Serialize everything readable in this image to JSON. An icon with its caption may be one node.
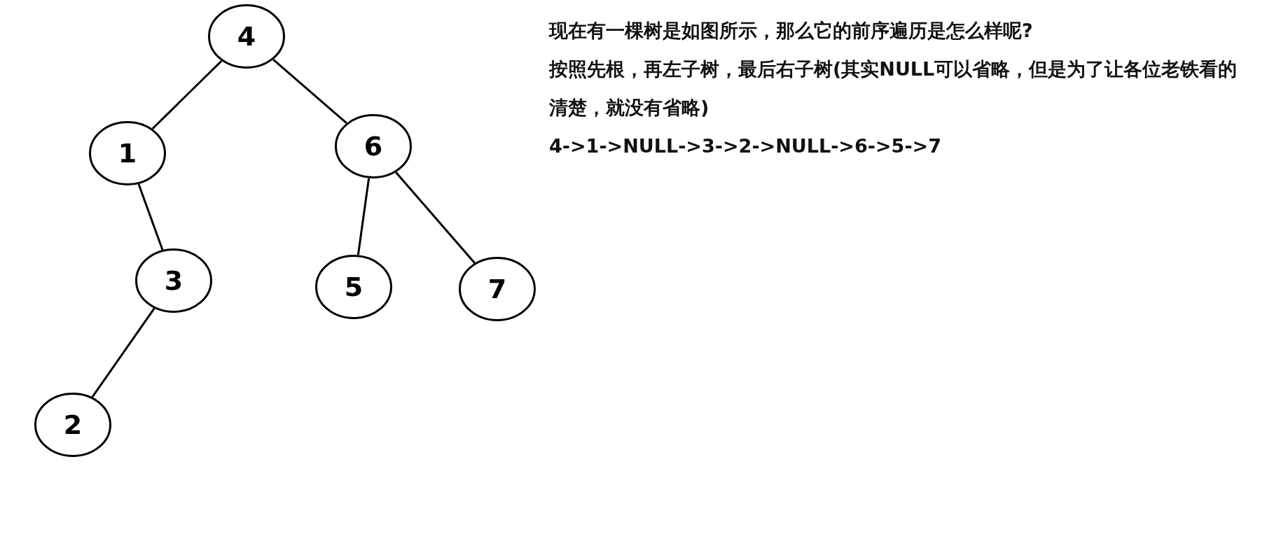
{
  "diagram": {
    "nodes": [
      {
        "text": [
          "4"
        ]
      },
      {
        "text": [
          "1"
        ]
      },
      {
        "text": [
          "6"
        ]
      },
      {
        "text": [
          "3"
        ]
      },
      {
        "text": [
          "5"
        ]
      },
      {
        "text": [
          "7"
        ]
      },
      {
        "text": [
          "2"
        ]
      }
    ],
    "edges": [
      {
        "from": 0,
        "to": 1,
        "arrow": "none"
      },
      {
        "from": 0,
        "to": 2,
        "arrow": "none"
      },
      {
        "from": 1,
        "to": 3,
        "arrow": "none"
      },
      {
        "from": 2,
        "to": 4,
        "arrow": "none"
      },
      {
        "from": 2,
        "to": 5,
        "arrow": "none"
      },
      {
        "from": 3,
        "to": 6,
        "arrow": "none"
      }
    ],
    "labels": [
      "现在有一棵树是如图所示，那么它的前序遍历是怎么样呢?",
      "按照先根，再左子树，最后右子树(其实NULL可以省略，但是为了让各位老铁看的清楚，就没有省略)",
      "4->1->NULL->3->2->NULL->6->5->7"
    ]
  }
}
